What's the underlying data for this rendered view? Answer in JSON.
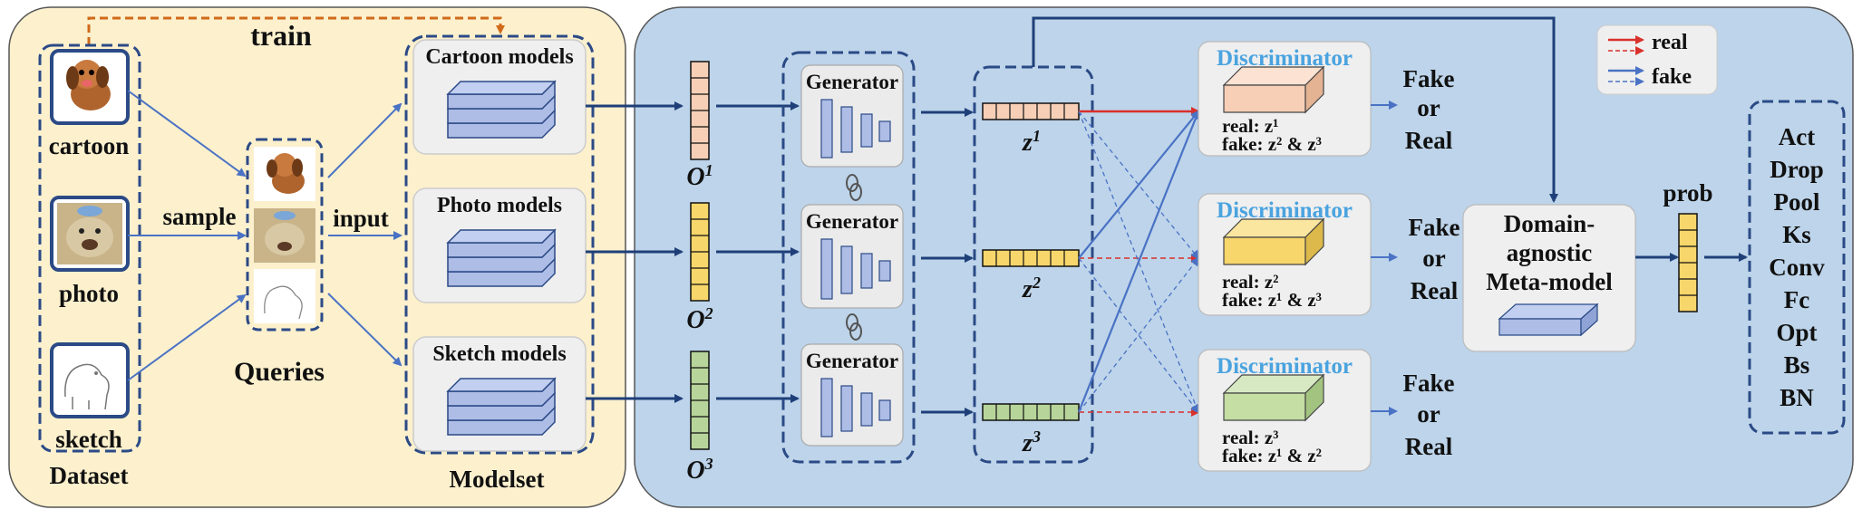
{
  "train_panel": {
    "title": "train",
    "dataset_label": "Dataset",
    "domains": [
      "cartoon",
      "photo",
      "sketch"
    ],
    "sample_label": "sample",
    "queries_label": "Queries",
    "input_label": "input",
    "modelset_label": "Modelset",
    "model_groups": [
      "Cartoon models",
      "Photo models",
      "Sketch models"
    ]
  },
  "outputs": [
    {
      "label": "O",
      "sup": "1",
      "color": "#f6cfb6"
    },
    {
      "label": "O",
      "sup": "2",
      "color": "#f7d66b"
    },
    {
      "label": "O",
      "sup": "3",
      "color": "#b7d59a"
    }
  ],
  "generator_label": "Generator",
  "latents": [
    {
      "label": "z",
      "sup": "1"
    },
    {
      "label": "z",
      "sup": "2"
    },
    {
      "label": "z",
      "sup": "3"
    }
  ],
  "discriminators": [
    {
      "title": "Discriminator",
      "real": "real: z¹",
      "fake": "fake: z² & z³",
      "color": "#f6cfb6"
    },
    {
      "title": "Discriminator",
      "real": "real: z²",
      "fake": "fake: z¹ & z³",
      "color": "#f7d66b"
    },
    {
      "title": "Discriminator",
      "real": "real: z³",
      "fake": "fake: z¹ & z²",
      "color": "#c4dea4"
    }
  ],
  "verdict": {
    "fake": "Fake",
    "or": "or",
    "real": "Real"
  },
  "legend": {
    "real": "real",
    "fake": "fake"
  },
  "meta_model": {
    "line1": "Domain-",
    "line2": "agnostic",
    "line3": "Meta-model"
  },
  "prob_label": "prob",
  "hyperparams": [
    "Act",
    "Drop",
    "Pool",
    "Ks",
    "Conv",
    "Fc",
    "Opt",
    "Bs",
    "BN"
  ],
  "colors": {
    "train_bg": "#fcf0cd",
    "right_bg": "#bdd4ea",
    "dash_border": "#2b4a86",
    "arrow": "#1f3f79",
    "light_arrow": "#4a72c4",
    "real_arrow": "#d9302b",
    "disc_title": "#4aa3df",
    "block": "#aebde6",
    "prob": "#f7d66b"
  }
}
